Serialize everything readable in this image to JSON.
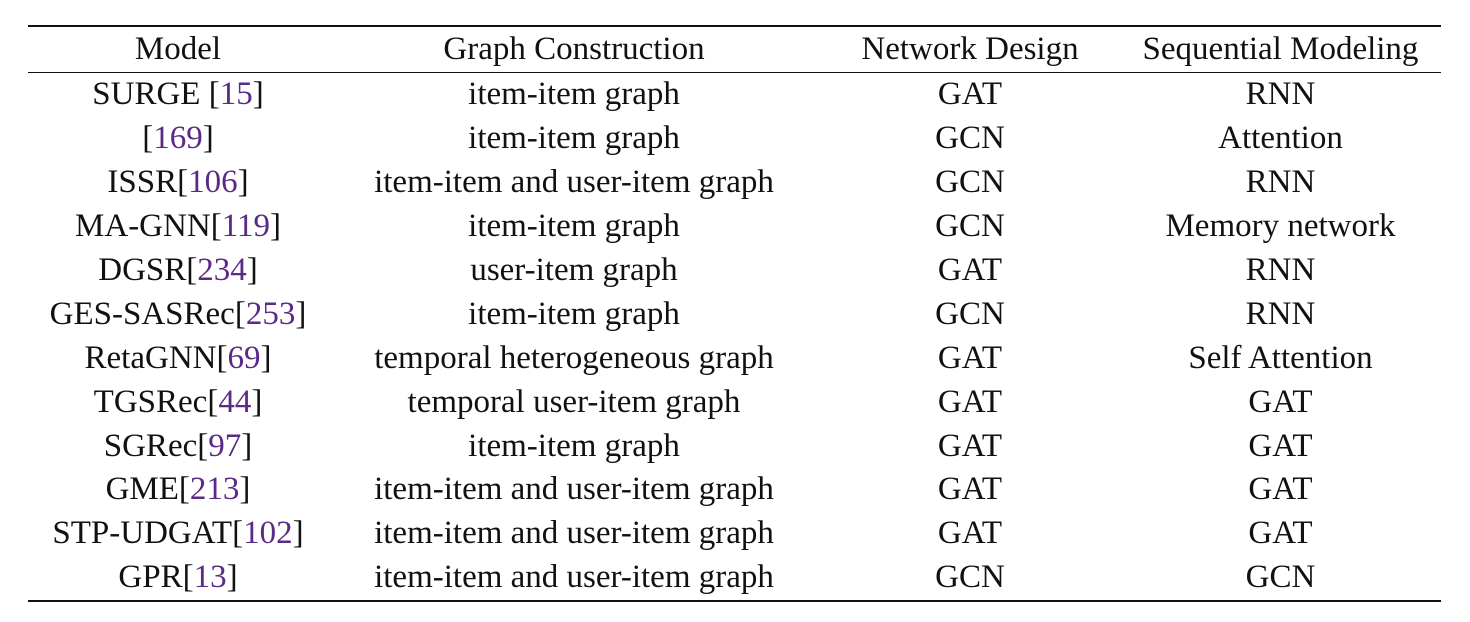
{
  "table": {
    "headers": [
      "Model",
      "Graph Construction",
      "Network Design",
      "Sequential Modeling"
    ],
    "rows": [
      {
        "model": "SURGE ",
        "cite": "15",
        "graph": "item-item graph",
        "network": "GAT",
        "sequential": "RNN"
      },
      {
        "model": "",
        "cite": "169",
        "graph": "item-item graph",
        "network": "GCN",
        "sequential": "Attention"
      },
      {
        "model": "ISSR",
        "cite": "106",
        "graph": "item-item and user-item graph",
        "network": "GCN",
        "sequential": "RNN"
      },
      {
        "model": "MA-GNN",
        "cite": "119",
        "graph": "item-item graph",
        "network": "GCN",
        "sequential": "Memory network"
      },
      {
        "model": "DGSR",
        "cite": "234",
        "graph": "user-item graph",
        "network": "GAT",
        "sequential": "RNN"
      },
      {
        "model": "GES-SASRec",
        "cite": "253",
        "graph": "item-item graph",
        "network": "GCN",
        "sequential": "RNN"
      },
      {
        "model": "RetaGNN",
        "cite": "69",
        "graph": "temporal heterogeneous graph",
        "network": "GAT",
        "sequential": "Self Attention"
      },
      {
        "model": "TGSRec",
        "cite": "44",
        "graph": "temporal user-item graph",
        "network": "GAT",
        "sequential": "GAT"
      },
      {
        "model": "SGRec",
        "cite": "97",
        "graph": "item-item graph",
        "network": "GAT",
        "sequential": "GAT"
      },
      {
        "model": "GME",
        "cite": "213",
        "graph": "item-item and user-item graph",
        "network": "GAT",
        "sequential": "GAT"
      },
      {
        "model": "STP-UDGAT",
        "cite": "102",
        "graph": "item-item and user-item graph",
        "network": "GAT",
        "sequential": "GAT"
      },
      {
        "model": "GPR",
        "cite": "13",
        "graph": "item-item and user-item graph",
        "network": "GCN",
        "sequential": "GCN"
      }
    ]
  }
}
